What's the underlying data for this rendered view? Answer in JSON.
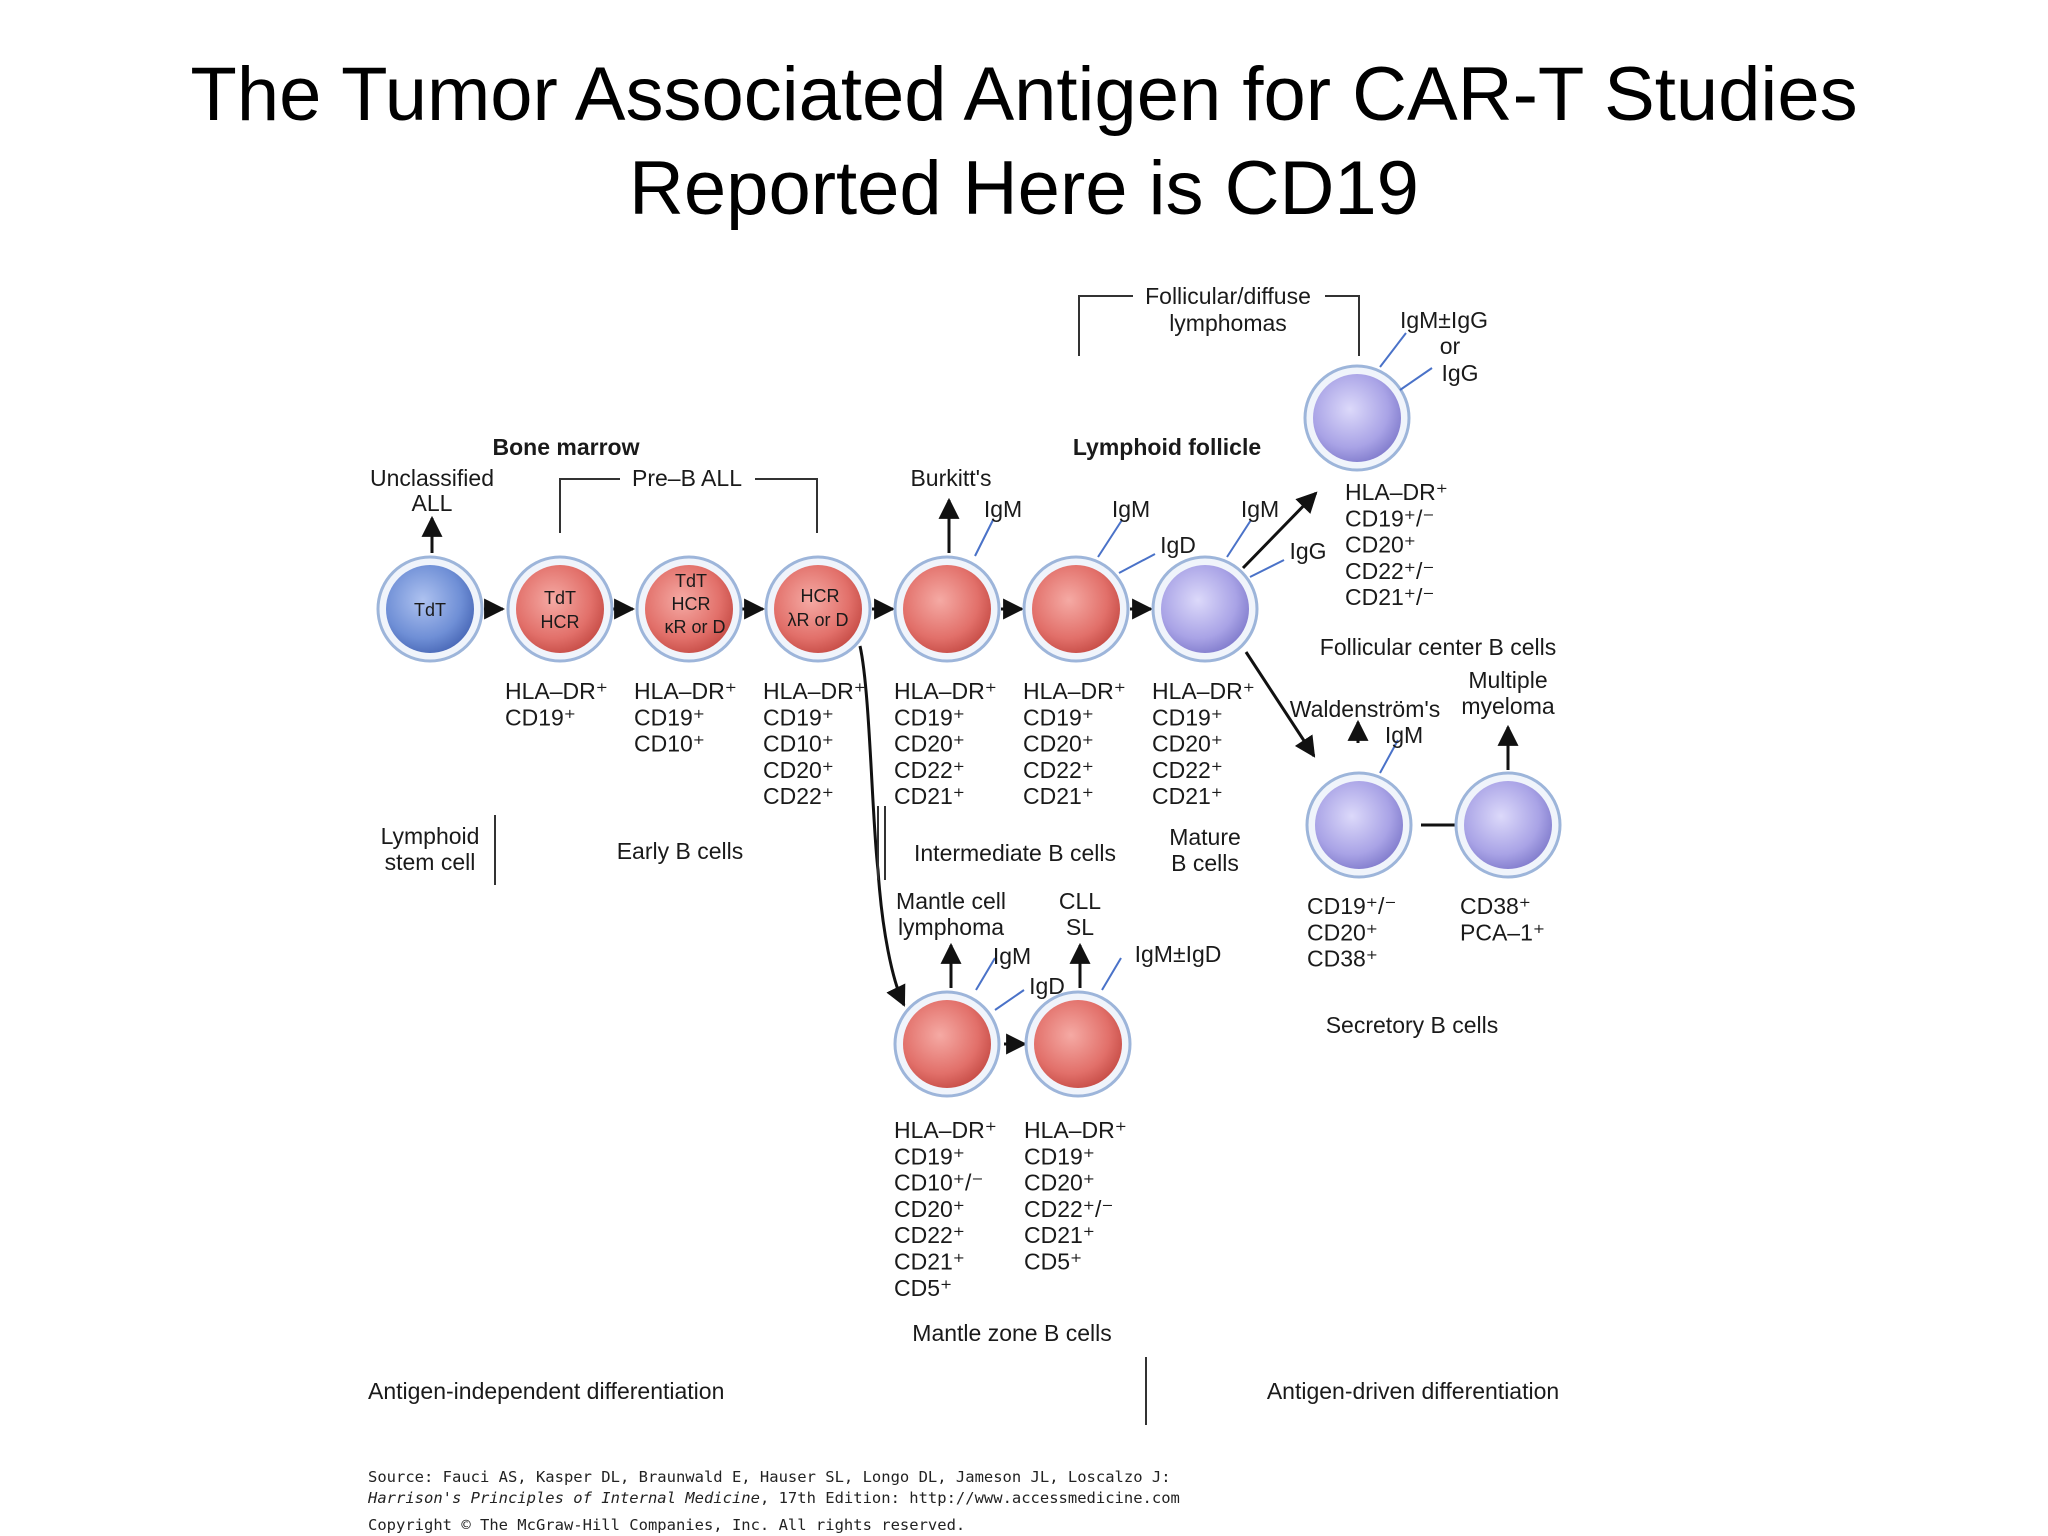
{
  "title": {
    "line1": "The Tumor Associated Antigen for CAR-T Studies",
    "line2": "Reported Here is CD19"
  },
  "colors": {
    "blue_cell": "#6f8fd6",
    "pink_cell": "#e2706a",
    "lavender_cell": "#a9a3e6",
    "outline": "#8aa8d8",
    "ig_line": "#4a72c8"
  },
  "section_labels": {
    "bone_marrow": "Bone marrow",
    "lymphoid_follicle": "Lymphoid follicle",
    "follicular_diffuse": "Follicular/diffuse",
    "lymphomas": "lymphomas",
    "unclassified": "Unclassified",
    "all": "ALL",
    "pre_b_all": "Pre–B ALL",
    "burkitts": "Burkitt's",
    "waldenstrom": "Waldenström's",
    "multiple": "Multiple",
    "myeloma": "myeloma",
    "mantle_cell": "Mantle cell",
    "lymphoma": "lymphoma",
    "cll": "CLL",
    "sl": "SL"
  },
  "cell_inner": {
    "c1": [
      "TdT"
    ],
    "c2": [
      "TdT",
      "HCR"
    ],
    "c3": [
      "TdT",
      "HCR",
      "κR or D"
    ],
    "c4": [
      "HCR",
      "λR or D"
    ]
  },
  "ig_labels": {
    "igm_c5": "IgM",
    "igm_c6": "IgM",
    "igd_c6": "IgD",
    "igm_c7": "IgM",
    "igg_c7": "IgG",
    "igm_igg": "IgM±IgG",
    "or": "or",
    "igg_fol": "IgG",
    "igm_sec": "IgM",
    "igm_mz1": "IgM",
    "igd_mz1": "IgD",
    "igm_igd": "IgM±IgD"
  },
  "markers": {
    "c2": [
      "HLA–DR⁺",
      "CD19⁺"
    ],
    "c3": [
      "HLA–DR⁺",
      "CD19⁺",
      "CD10⁺"
    ],
    "c4": [
      "HLA–DR⁺",
      "CD19⁺",
      "CD10⁺",
      "CD20⁺",
      "CD22⁺"
    ],
    "c5": [
      "HLA–DR⁺",
      "CD19⁺",
      "CD20⁺",
      "CD22⁺",
      "CD21⁺"
    ],
    "c6": [
      "HLA–DR⁺",
      "CD19⁺",
      "CD20⁺",
      "CD22⁺",
      "CD21⁺"
    ],
    "c7": [
      "HLA–DR⁺",
      "CD19⁺",
      "CD20⁺",
      "CD22⁺",
      "CD21⁺"
    ],
    "follicular": [
      "HLA–DR⁺",
      "CD19⁺/⁻",
      "CD20⁺",
      "CD22⁺/⁻",
      "CD21⁺/⁻"
    ],
    "secretory1": [
      "CD19⁺/⁻",
      "CD20⁺",
      "CD38⁺"
    ],
    "secretory2": [
      "CD38⁺",
      "PCA–1⁺"
    ],
    "mantle1": [
      "HLA–DR⁺",
      "CD19⁺",
      "CD10⁺/⁻",
      "CD20⁺",
      "CD22⁺",
      "CD21⁺",
      "CD5⁺"
    ],
    "mantle2": [
      "HLA–DR⁺",
      "CD19⁺",
      "CD20⁺",
      "CD22⁺/⁻",
      "CD21⁺",
      "CD5⁺"
    ]
  },
  "stage_labels": {
    "lymphoid_stem": [
      "Lymphoid",
      "stem cell"
    ],
    "early_b": "Early B cells",
    "intermediate_b": "Intermediate B cells",
    "mature_b": [
      "Mature",
      "B cells"
    ],
    "follicular_center": "Follicular center B cells",
    "secretory_b": "Secretory B cells",
    "mantle_zone": "Mantle zone B cells",
    "antigen_independent": "Antigen-independent differentiation",
    "antigen_driven": "Antigen-driven differentiation"
  },
  "source": {
    "line1": "Source: Fauci AS, Kasper DL, Braunwald E, Hauser SL, Longo DL, Jameson JL, Loscalzo J:",
    "line2_italic": "Harrison's Principles of Internal Medicine",
    "line2_rest": ", 17th Edition: http://www.accessmedicine.com",
    "line3": "Copyright © The McGraw-Hill Companies, Inc. All rights reserved."
  }
}
